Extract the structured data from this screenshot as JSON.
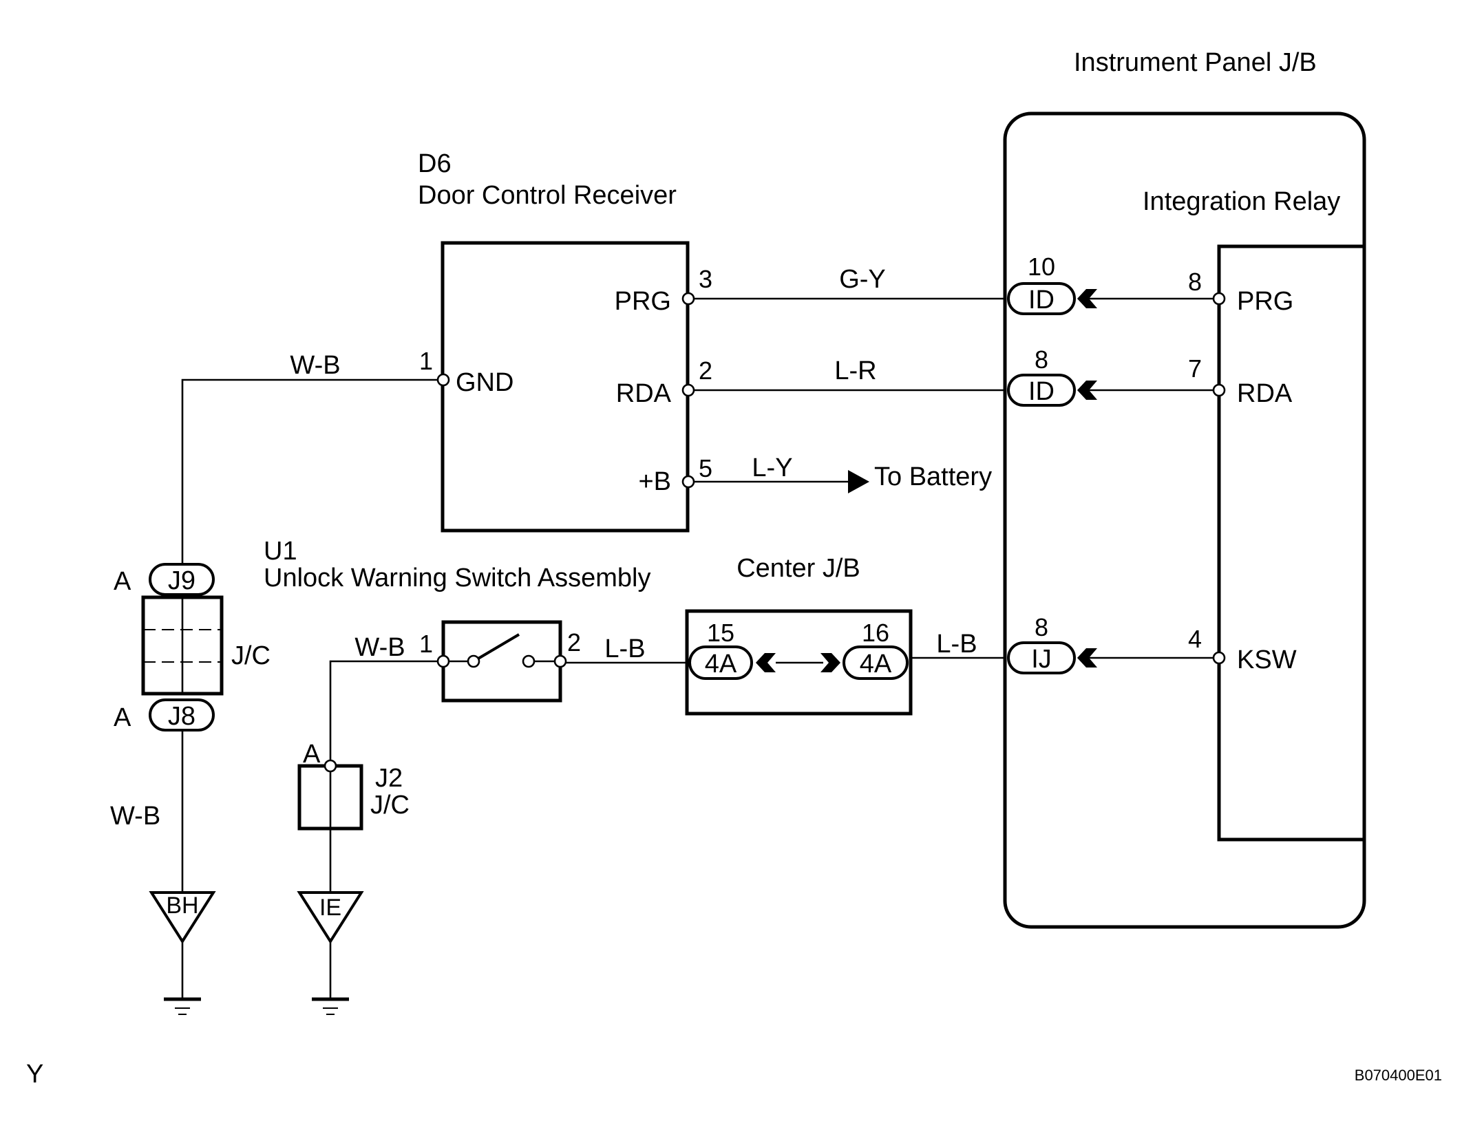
{
  "colors": {
    "line": "#000000",
    "background": "#ffffff"
  },
  "components": {
    "ip_jb": {
      "title": "Instrument Panel J/B"
    },
    "integration_relay": {
      "title": "Integration Relay",
      "terminals": [
        {
          "pin": "8",
          "name": "PRG"
        },
        {
          "pin": "7",
          "name": "RDA"
        },
        {
          "pin": "4",
          "name": "KSW"
        }
      ]
    },
    "d6": {
      "code": "D6",
      "title": "Door Control Receiver",
      "terminals": [
        {
          "pin": "3",
          "name": "PRG"
        },
        {
          "pin": "2",
          "name": "RDA"
        },
        {
          "pin": "5",
          "name": "+B"
        },
        {
          "pin": "1",
          "name": "GND"
        }
      ]
    },
    "u1": {
      "code": "U1",
      "title": "Unlock Warning Switch Assembly",
      "pins": [
        "1",
        "2"
      ]
    },
    "center_jb": {
      "title": "Center J/B",
      "connectors": [
        {
          "pin": "15",
          "code": "4A"
        },
        {
          "pin": "16",
          "code": "4A"
        }
      ]
    },
    "ip_connectors": [
      {
        "pin": "10",
        "code": "ID"
      },
      {
        "pin": "8",
        "code": "ID"
      },
      {
        "pin": "8",
        "code": "IJ"
      }
    ],
    "jc_left": {
      "top": {
        "letter": "A",
        "code": "J9"
      },
      "bottom": {
        "letter": "A",
        "code": "J8"
      },
      "label": "J/C"
    },
    "jc_j2": {
      "letter": "A",
      "code": "J2",
      "label": "J/C"
    },
    "grounds": [
      {
        "code": "BH"
      },
      {
        "code": "IE"
      }
    ]
  },
  "wires": {
    "prg": "G-Y",
    "rda": "L-R",
    "b_plus": "L-Y",
    "to_battery": "To Battery",
    "gnd_d6": "W-B",
    "gnd_left": "W-B",
    "switch_gnd": "W-B",
    "switch_out": "L-B",
    "jb_out": "L-B"
  },
  "footer": {
    "left": "Y",
    "right": "B070400E01"
  }
}
